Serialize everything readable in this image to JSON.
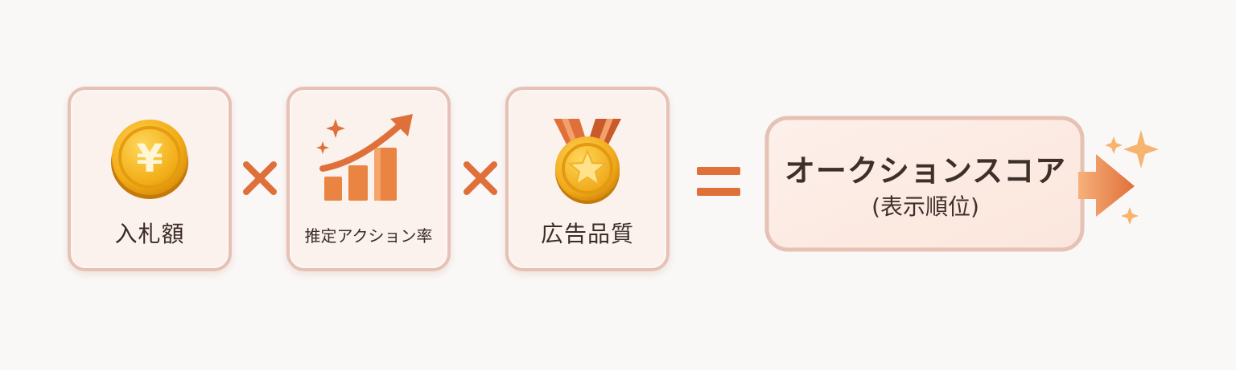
{
  "formula": {
    "terms": [
      {
        "label": "入札額",
        "icon": "yen-coin-icon"
      },
      {
        "label": "推定アクション率",
        "icon": "growth-chart-icon"
      },
      {
        "label": "広告品質",
        "icon": "star-medal-icon"
      }
    ],
    "multiply_symbol": "×",
    "equals_symbol": "=",
    "result": {
      "title": "オークションスコア",
      "subtitle": "(表示順位)",
      "icon": "sparkle-icon"
    }
  },
  "colors": {
    "accent": "#e0703a",
    "card_border": "#e6c1b5",
    "card_fill": "#fbf1ed",
    "coin": "#f2b11c",
    "text": "#3b2c26"
  }
}
